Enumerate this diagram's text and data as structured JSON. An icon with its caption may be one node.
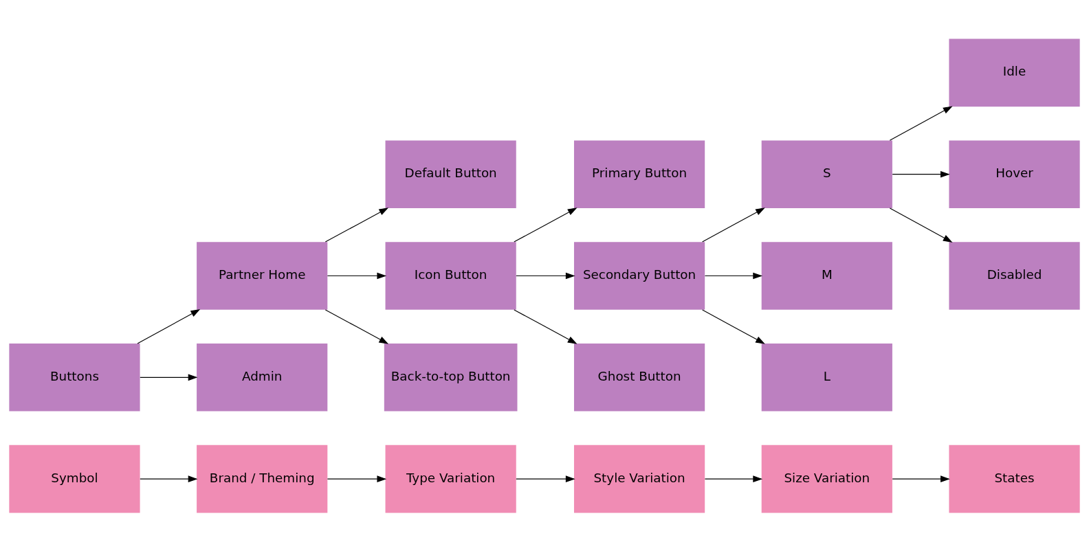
{
  "diagram": {
    "nodes": [
      {
        "text": [
          "Symbol"
        ]
      },
      {
        "text": [
          "Brand / Theming"
        ]
      },
      {
        "text": [
          "Type Variation"
        ]
      },
      {
        "text": [
          "Style Variation"
        ]
      },
      {
        "text": [
          "Size Variation"
        ]
      },
      {
        "text": [
          "States"
        ]
      },
      {
        "text": [
          "Buttons"
        ]
      },
      {
        "text": [
          "Partner Home"
        ]
      },
      {
        "text": [
          "Admin"
        ]
      },
      {
        "text": [
          "Default Button"
        ]
      },
      {
        "text": [
          "Icon Button"
        ]
      },
      {
        "text": [
          "Back-to-top Button"
        ]
      },
      {
        "text": [
          "Primary Button"
        ]
      },
      {
        "text": [
          "Secondary Button"
        ]
      },
      {
        "text": [
          "Ghost Button"
        ]
      },
      {
        "text": [
          "S"
        ]
      },
      {
        "text": [
          "M"
        ]
      },
      {
        "text": [
          "L"
        ]
      },
      {
        "text": [
          "Idle"
        ]
      },
      {
        "text": [
          "Hover"
        ]
      },
      {
        "text": [
          "Disabled"
        ]
      }
    ],
    "edges": [
      {
        "from": 0,
        "to": 1,
        "arrow": "to"
      },
      {
        "from": 1,
        "to": 2,
        "arrow": "to"
      },
      {
        "from": 2,
        "to": 3,
        "arrow": "to"
      },
      {
        "from": 3,
        "to": 4,
        "arrow": "to"
      },
      {
        "from": 4,
        "to": 5,
        "arrow": "to"
      },
      {
        "from": 6,
        "to": 7,
        "arrow": "to"
      },
      {
        "from": 6,
        "to": 8,
        "arrow": "to"
      },
      {
        "from": 7,
        "to": 9,
        "arrow": "to"
      },
      {
        "from": 7,
        "to": 10,
        "arrow": "to"
      },
      {
        "from": 7,
        "to": 11,
        "arrow": "to"
      },
      {
        "from": 10,
        "to": 12,
        "arrow": "to"
      },
      {
        "from": 10,
        "to": 13,
        "arrow": "to"
      },
      {
        "from": 10,
        "to": 14,
        "arrow": "to"
      },
      {
        "from": 13,
        "to": 15,
        "arrow": "to"
      },
      {
        "from": 13,
        "to": 16,
        "arrow": "to"
      },
      {
        "from": 13,
        "to": 17,
        "arrow": "to"
      },
      {
        "from": 15,
        "to": 18,
        "arrow": "to"
      },
      {
        "from": 15,
        "to": 19,
        "arrow": "to"
      },
      {
        "from": 15,
        "to": 20,
        "arrow": "to"
      }
    ]
  }
}
